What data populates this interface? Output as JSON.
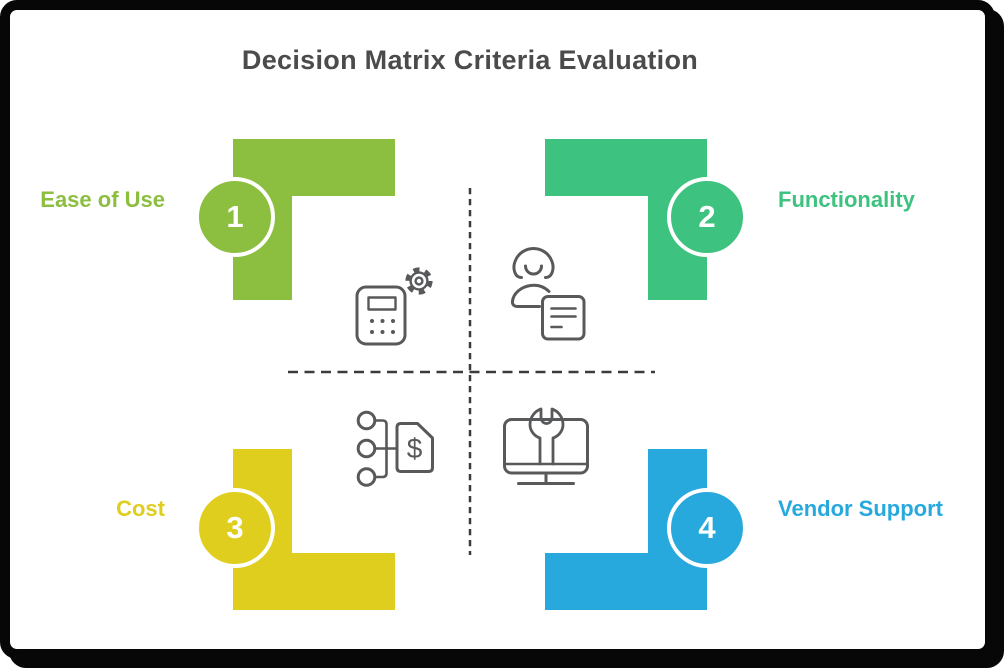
{
  "card": {
    "title": "Decision Matrix Criteria Evaluation"
  },
  "quadrants": [
    {
      "number": "1",
      "label": "Ease of Use",
      "color": "#8cbe3f",
      "icon": "calculator-gear-icon"
    },
    {
      "number": "2",
      "label": "Functionality",
      "color": "#3ec27f",
      "icon": "person-notes-icon"
    },
    {
      "number": "3",
      "label": "Cost",
      "color": "#e0ce1e",
      "icon": "price-tag-hierarchy-icon"
    },
    {
      "number": "4",
      "label": "Vendor Support",
      "color": "#28a9dd",
      "icon": "monitor-wrench-icon"
    }
  ],
  "icons": {
    "cost_tag_symbol": "$"
  },
  "colors": {
    "background": "#ffffff",
    "border": "#070707",
    "title_text": "#4b4b4c",
    "icon_stroke": "#58595b",
    "dashed_line": "#3b3b3b",
    "circle_ring": "#ffffff",
    "circle_number_text": "#ffffff"
  }
}
